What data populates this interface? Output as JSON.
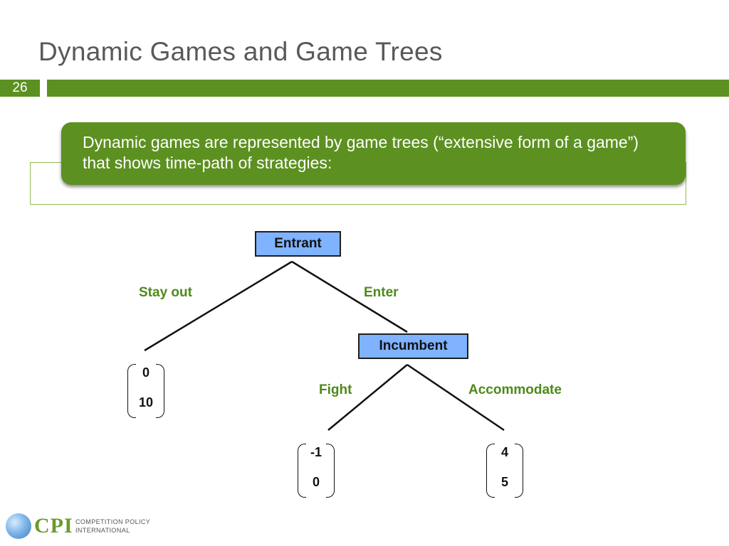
{
  "slide": {
    "title": "Dynamic Games and Game Trees",
    "number": "26",
    "callout_text": "Dynamic games are represented by game trees (“extensive form of a game”) that shows time-path of strategies:"
  },
  "tree": {
    "entrant": "Entrant",
    "incumbent": "Incumbent",
    "stay_out": "Stay out",
    "enter": "Enter",
    "fight": "Fight",
    "accommodate": "Accommodate",
    "payoffs": {
      "stay_out": [
        "0",
        "10"
      ],
      "fight": [
        "-1",
        "0"
      ],
      "accommodate": [
        "4",
        "5"
      ]
    }
  },
  "logo": {
    "mark": "CPI",
    "line1": "COMPETITION POLICY",
    "line2": "INTERNATIONAL"
  },
  "colors": {
    "accent_green": "#5c9020",
    "label_green": "#4e8a1a",
    "node_blue": "#7fb2ff"
  }
}
